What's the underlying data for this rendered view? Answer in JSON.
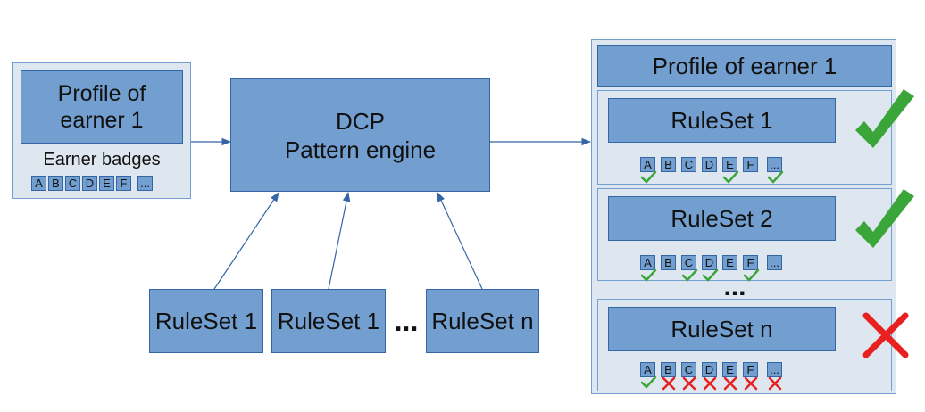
{
  "input_profile": {
    "title": "Profile of\nearner 1",
    "badges_label": "Earner badges",
    "badges": [
      "A",
      "B",
      "C",
      "D",
      "E",
      "F",
      "..."
    ]
  },
  "engine": {
    "title_line1": "DCP",
    "title_line2": "Pattern engine"
  },
  "input_rulesets": [
    {
      "label": "RuleSet 1"
    },
    {
      "label": "RuleSet 1"
    },
    {
      "label": "RuleSet n"
    }
  ],
  "input_ellipsis": "...",
  "output": {
    "title": "Profile of earner 1",
    "ellipsis": "...",
    "rulesets": [
      {
        "label": "RuleSet 1",
        "result": "pass",
        "badges": [
          "A",
          "B",
          "C",
          "D",
          "E",
          "F",
          "..."
        ],
        "marks": [
          "check",
          "",
          "",
          "",
          "check",
          "",
          "check"
        ]
      },
      {
        "label": "RuleSet 2",
        "result": "pass",
        "badges": [
          "A",
          "B",
          "C",
          "D",
          "E",
          "F",
          "..."
        ],
        "marks": [
          "check",
          "",
          "check",
          "check",
          "",
          "check",
          ""
        ]
      },
      {
        "label": "RuleSet n",
        "result": "fail",
        "badges": [
          "A",
          "B",
          "C",
          "D",
          "E",
          "F",
          "..."
        ],
        "marks": [
          "check",
          "cross",
          "cross",
          "cross",
          "cross",
          "cross",
          "cross"
        ]
      }
    ]
  },
  "colors": {
    "box_fill": "#729fcf",
    "box_border": "#3465a4",
    "panel_fill": "#dee6ef",
    "check": "#3aa63a",
    "cross": "#e82020"
  }
}
